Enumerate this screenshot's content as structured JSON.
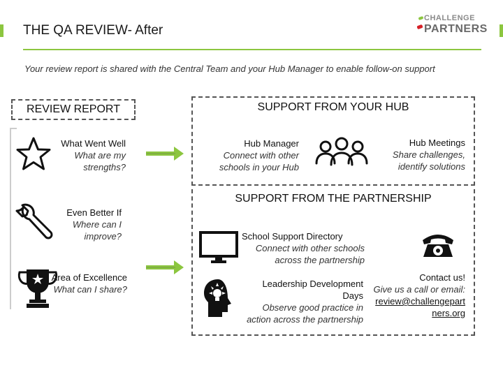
{
  "header": {
    "title": "THE QA REVIEW- After",
    "subtitle": "Your review report is shared with the Central Team and your Hub Manager to enable follow-on support",
    "logo": {
      "line1": "CHALLENGE",
      "line2": "PARTNERS"
    }
  },
  "left": {
    "box_title": "REVIEW REPORT",
    "items": [
      {
        "heading": "What Went Well",
        "sub": "What are my strengths?",
        "icon": "star-icon"
      },
      {
        "heading": "Even Better If",
        "sub": "Where can I improve?",
        "icon": "wrench-icon"
      },
      {
        "heading": "Area of Excellence",
        "sub": "What can I share?",
        "icon": "trophy-icon"
      }
    ]
  },
  "hub": {
    "box_title": "SUPPORT FROM YOUR HUB",
    "manager": {
      "heading": "Hub Manager",
      "sub": "Connect with other schools in your Hub"
    },
    "meetings": {
      "heading": "Hub Meetings",
      "sub": "Share challenges, identify solutions"
    }
  },
  "partnership": {
    "box_title": "SUPPORT FROM THE PARTNERSHIP",
    "directory": {
      "heading": "School Support Directory",
      "sub": "Connect with other schools across the partnership"
    },
    "leadership": {
      "heading": "Leadership Development Days",
      "sub": "Observe good practice in action across the partnership"
    },
    "contact": {
      "heading": "Contact us!",
      "sub": "Give us a call or email:",
      "email": "review@challengepartners.org"
    }
  },
  "colors": {
    "accent": "#8cc63f",
    "logo_red": "#d62027"
  }
}
